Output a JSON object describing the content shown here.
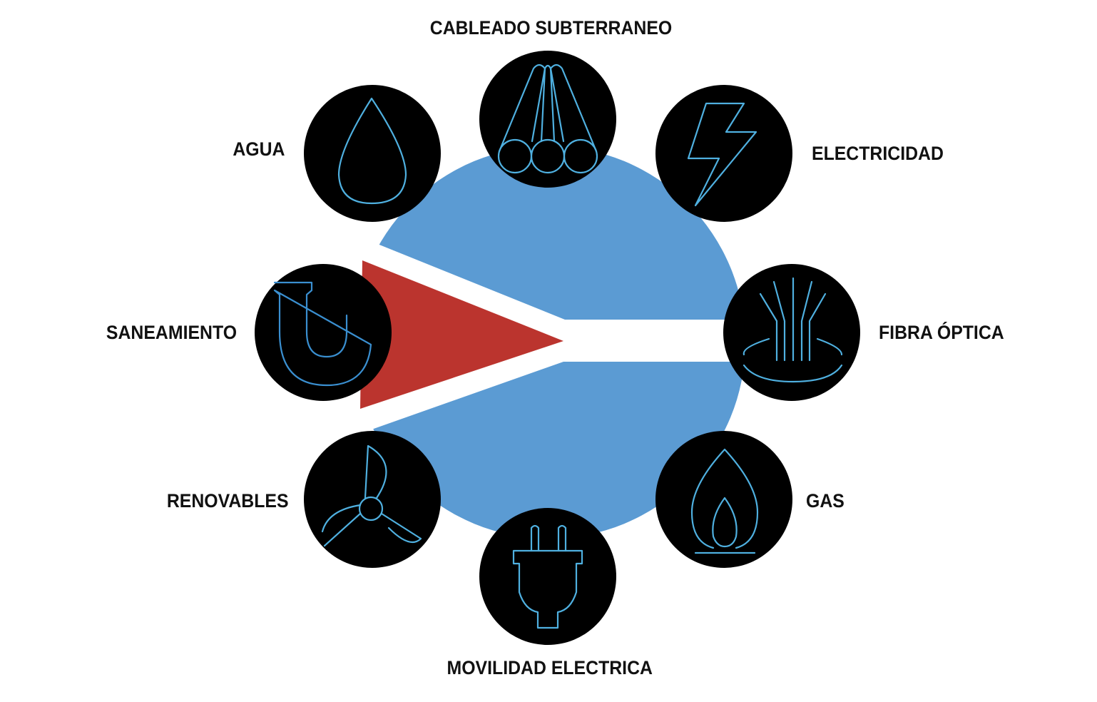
{
  "colors": {
    "ring": "#5b9bd3",
    "wedge": "#bb342e",
    "node": "#000000",
    "icon": "#4fb0e0",
    "text": "#111111"
  },
  "nodes": [
    {
      "label": "CABLEADO SUBTERRANEO",
      "icon": "cables-icon"
    },
    {
      "label": "ELECTRICIDAD",
      "icon": "lightning-icon"
    },
    {
      "label": "FIBRA ÓPTICA",
      "icon": "fiber-optic-icon"
    },
    {
      "label": "GAS",
      "icon": "flame-icon"
    },
    {
      "label": "MOVILIDAD ELECTRICA",
      "icon": "plug-icon"
    },
    {
      "label": "RENOVABLES",
      "icon": "wind-turbine-icon"
    },
    {
      "label": "SANEAMIENTO",
      "icon": "pipe-icon"
    },
    {
      "label": "AGUA",
      "icon": "water-drop-icon"
    }
  ]
}
